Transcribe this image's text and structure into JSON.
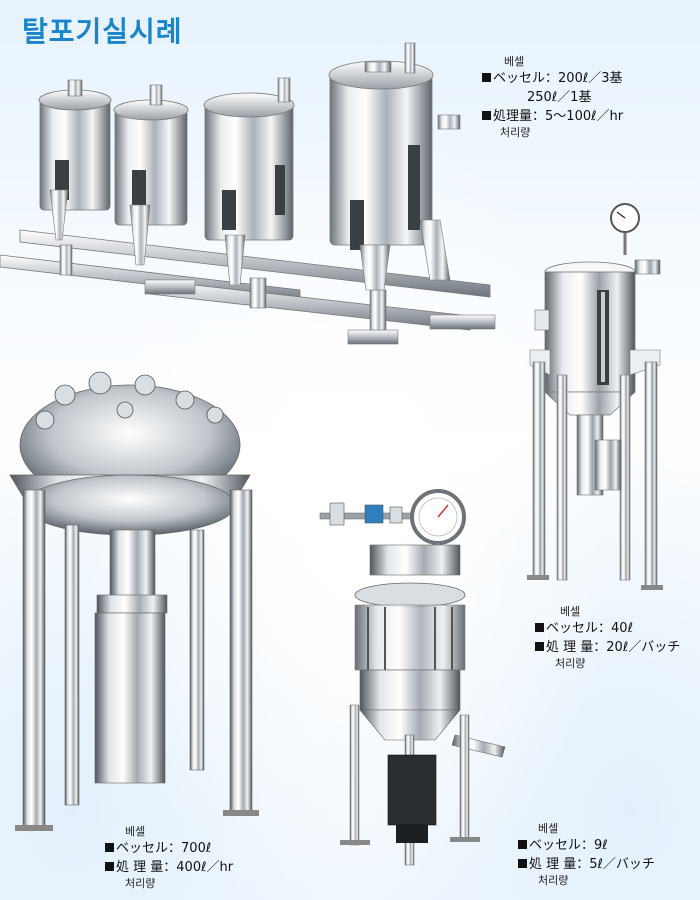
{
  "page": {
    "title": "탈포기실시례"
  },
  "examples": [
    {
      "korean_vessel": "베셀",
      "vessel_label": "ベッセル",
      "vessel_value": "200ℓ／3基",
      "vessel_value_2": "250ℓ／1基",
      "process_label": "処理量",
      "process_value": "5～100ℓ／hr",
      "korean_process": "처리량"
    },
    {
      "korean_vessel": "베셀",
      "vessel_label": "ベッセル",
      "vessel_value": "40ℓ",
      "process_label": "処 理 量",
      "process_value": "20ℓ／バッチ",
      "korean_process": "처리량"
    },
    {
      "korean_vessel": "베셀",
      "vessel_label": "ベッセル",
      "vessel_value": "700ℓ",
      "process_label": "処 理 量",
      "process_value": "400ℓ／hr",
      "korean_process": "처리량"
    },
    {
      "korean_vessel": "베셀",
      "vessel_label": "ベッセル",
      "vessel_value": "9ℓ",
      "process_label": "処 理 量",
      "process_value": "5ℓ／バッチ",
      "korean_process": "처리량"
    }
  ],
  "colors": {
    "title": "#1a86c9",
    "steel_light": "#f2f4f6",
    "steel_dark": "#5d646b",
    "gauge_dial": "#ffffff"
  }
}
